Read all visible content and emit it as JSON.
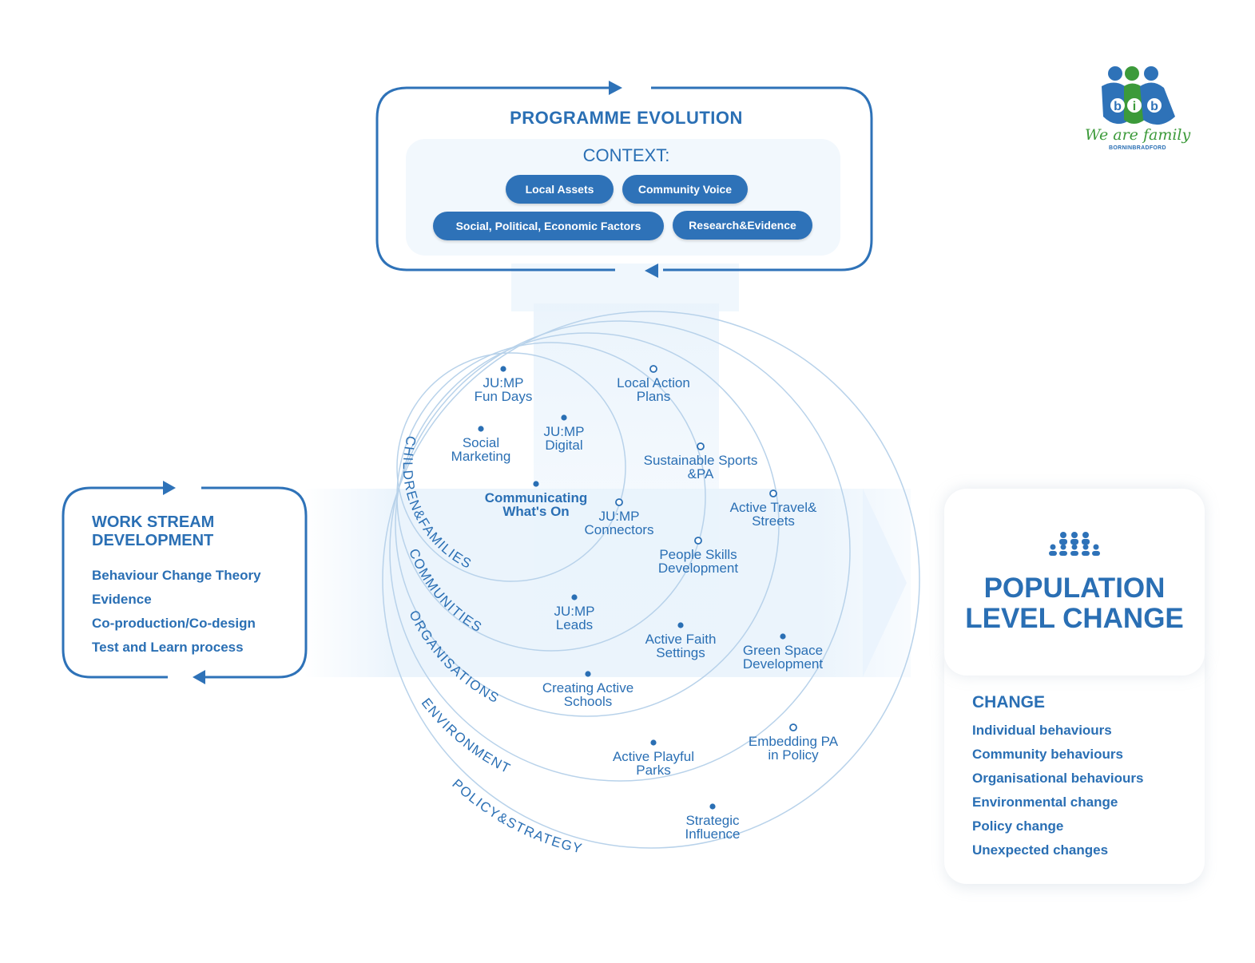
{
  "programme_evolution": {
    "title": "PROGRAMME EVOLUTION",
    "context_title": "CONTEXT:",
    "pills": [
      "Local Assets",
      "Community Voice",
      "Social, Political, Economic Factors",
      "Research&Evidence"
    ]
  },
  "work_stream": {
    "title": "WORK STREAM DEVELOPMENT",
    "items": [
      "Behaviour Change Theory",
      "Evidence",
      "Co-production/Co-design",
      "Test and Learn process"
    ]
  },
  "population_change": {
    "title": "POPULATION LEVEL CHANGE",
    "icon": "people-group-icon",
    "change_title": "CHANGE",
    "items": [
      "Individual behaviours",
      "Community behaviours",
      "Organisational behaviours",
      "Environmental change",
      "Policy change",
      "Unexpected changes"
    ]
  },
  "rings": [
    "CHILDREN&FAMILIES",
    "COMMUNITIES",
    "ORGANISATIONS",
    "ENVIRONMENT",
    "POLICY&STRATEGY"
  ],
  "nodes": [
    {
      "name": "jump-fun-days",
      "lines": [
        "JU:MP",
        "Fun Days"
      ],
      "marker": "filled"
    },
    {
      "name": "local-action-plans",
      "lines": [
        "Local Action",
        "Plans"
      ],
      "marker": "hollow"
    },
    {
      "name": "social-marketing",
      "lines": [
        "Social",
        "Marketing"
      ],
      "marker": "filled"
    },
    {
      "name": "jump-digital",
      "lines": [
        "JU:MP",
        "Digital"
      ],
      "marker": "filled"
    },
    {
      "name": "sustainable-sports",
      "lines": [
        "Sustainable Sports",
        "&PA"
      ],
      "marker": "hollow"
    },
    {
      "name": "communicating-whats-on",
      "lines": [
        "Communicating",
        "What's On"
      ],
      "marker": "filled",
      "bold": true
    },
    {
      "name": "jump-connectors",
      "lines": [
        "JU:MP",
        "Connectors"
      ],
      "marker": "hollow"
    },
    {
      "name": "active-travel-streets",
      "lines": [
        "Active Travel&",
        "Streets"
      ],
      "marker": "hollow"
    },
    {
      "name": "people-skills",
      "lines": [
        "People Skills",
        "Development"
      ],
      "marker": "hollow"
    },
    {
      "name": "jump-leads",
      "lines": [
        "JU:MP",
        "Leads"
      ],
      "marker": "filled"
    },
    {
      "name": "active-faith-settings",
      "lines": [
        "Active Faith",
        "Settings"
      ],
      "marker": "filled"
    },
    {
      "name": "green-space",
      "lines": [
        "Green Space",
        "Development"
      ],
      "marker": "filled"
    },
    {
      "name": "creating-active-schools",
      "lines": [
        "Creating Active",
        "Schools"
      ],
      "marker": "filled"
    },
    {
      "name": "embedding-pa-policy",
      "lines": [
        "Embedding PA",
        "in Policy"
      ],
      "marker": "hollow"
    },
    {
      "name": "active-playful-parks",
      "lines": [
        "Active Playful",
        "Parks"
      ],
      "marker": "filled"
    },
    {
      "name": "strategic-influence",
      "lines": [
        "Strategic",
        "Influence"
      ],
      "marker": "filled"
    }
  ],
  "logo": {
    "letters": [
      "b",
      "i",
      "b"
    ],
    "tagline": "We are family",
    "subtext": "BORNINBRADFORD"
  },
  "colors": {
    "primary": "#2a6fb4",
    "pill": "#2e72b8",
    "panel": "#f2f8fd",
    "ring": "#b8d2ea",
    "logo_green": "#3c9a3a"
  }
}
